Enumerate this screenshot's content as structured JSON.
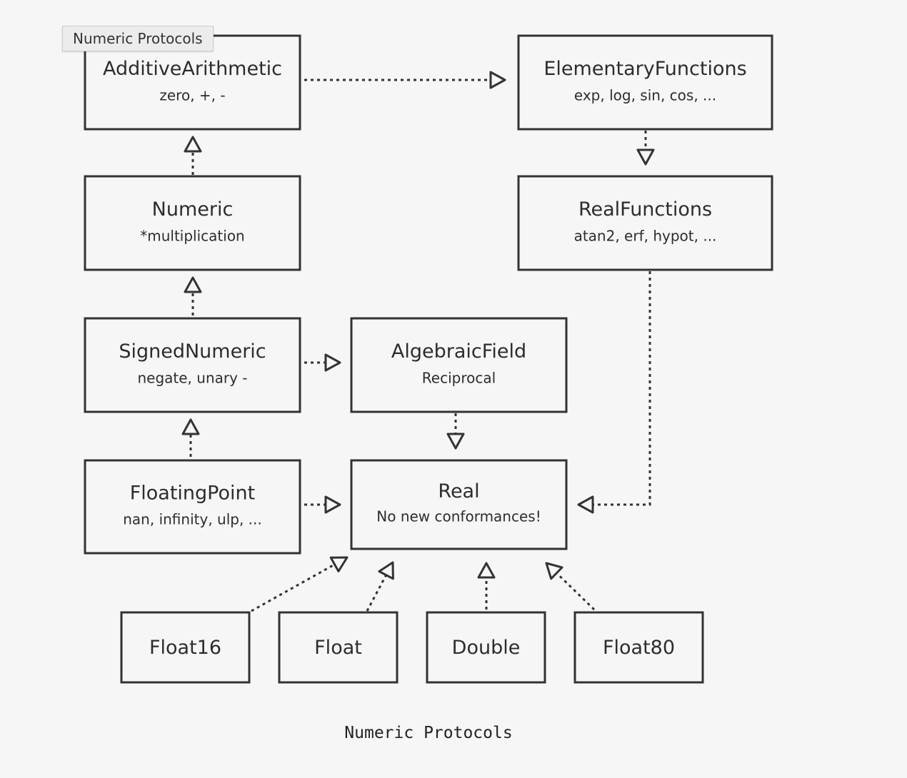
{
  "tooltip": "Numeric Protocols",
  "caption": "Numeric Protocols",
  "nodes": [
    {
      "id": "additive",
      "name": "AdditiveArithmetic",
      "sub": "zero, +, -"
    },
    {
      "id": "numeric",
      "name": "Numeric",
      "sub": "*multiplication"
    },
    {
      "id": "signed",
      "name": "SignedNumeric",
      "sub": "negate, unary -"
    },
    {
      "id": "floatingpoint",
      "name": "FloatingPoint",
      "sub": "nan, infinity, ulp, ..."
    },
    {
      "id": "elementary",
      "name": "ElementaryFunctions",
      "sub": "exp, log, sin, cos, ..."
    },
    {
      "id": "realfunctions",
      "name": "RealFunctions",
      "sub": "atan2, erf, hypot, ..."
    },
    {
      "id": "algebraic",
      "name": "AlgebraicField",
      "sub": "Reciprocal"
    },
    {
      "id": "real",
      "name": "Real",
      "sub": "No new conformances!"
    },
    {
      "id": "float16",
      "name": "Float16",
      "sub": ""
    },
    {
      "id": "float",
      "name": "Float",
      "sub": ""
    },
    {
      "id": "double",
      "name": "Double",
      "sub": ""
    },
    {
      "id": "float80",
      "name": "Float80",
      "sub": ""
    }
  ],
  "edges": [
    {
      "from": "numeric",
      "to": "additive"
    },
    {
      "from": "signed",
      "to": "numeric"
    },
    {
      "from": "floatingpoint",
      "to": "signed"
    },
    {
      "from": "additive",
      "to": "elementary"
    },
    {
      "from": "elementary",
      "to": "realfunctions"
    },
    {
      "from": "signed",
      "to": "algebraic"
    },
    {
      "from": "algebraic",
      "to": "real"
    },
    {
      "from": "floatingpoint",
      "to": "real"
    },
    {
      "from": "realfunctions",
      "to": "real"
    },
    {
      "from": "float16",
      "to": "real"
    },
    {
      "from": "float",
      "to": "real"
    },
    {
      "from": "double",
      "to": "real"
    },
    {
      "from": "float80",
      "to": "real"
    }
  ]
}
